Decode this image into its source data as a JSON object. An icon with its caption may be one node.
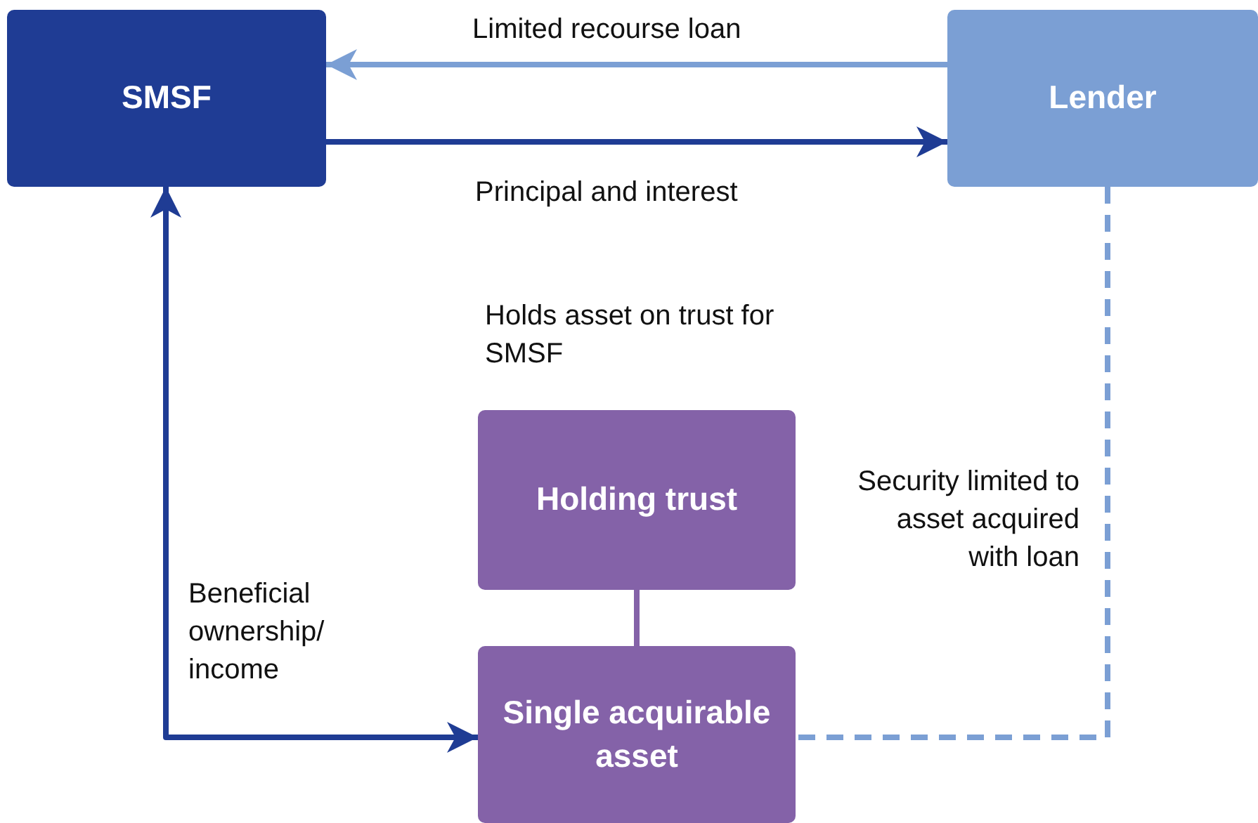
{
  "diagram": {
    "nodes": [
      {
        "text": [
          "SMSF"
        ]
      },
      {
        "text": [
          "Lender"
        ]
      },
      {
        "text": [
          "Holding trust"
        ],
        "beside": [
          "Holds asset on trust for SMSF"
        ]
      },
      {
        "text": [
          "Single acquirable asset"
        ]
      }
    ],
    "edges": [
      {
        "from": 1,
        "to": 0,
        "arrow": "to",
        "label": "Limited recourse loan",
        "color": "#7b9fd4"
      },
      {
        "from": 0,
        "to": 1,
        "arrow": "to",
        "label": "Principal and interest",
        "color": "#1f3c94"
      },
      {
        "from": 3,
        "to": 0,
        "arrow": "both",
        "label": "Beneficial ownership/ income",
        "color": "#1f3c94"
      },
      {
        "from": 1,
        "to": 3,
        "arrow": "none",
        "label": "Security limited to asset acquired with loan",
        "style": "dashed",
        "color": "#7b9fd4"
      },
      {
        "from": 2,
        "to": 3,
        "arrow": "none",
        "color": "#8462a8"
      }
    ]
  }
}
